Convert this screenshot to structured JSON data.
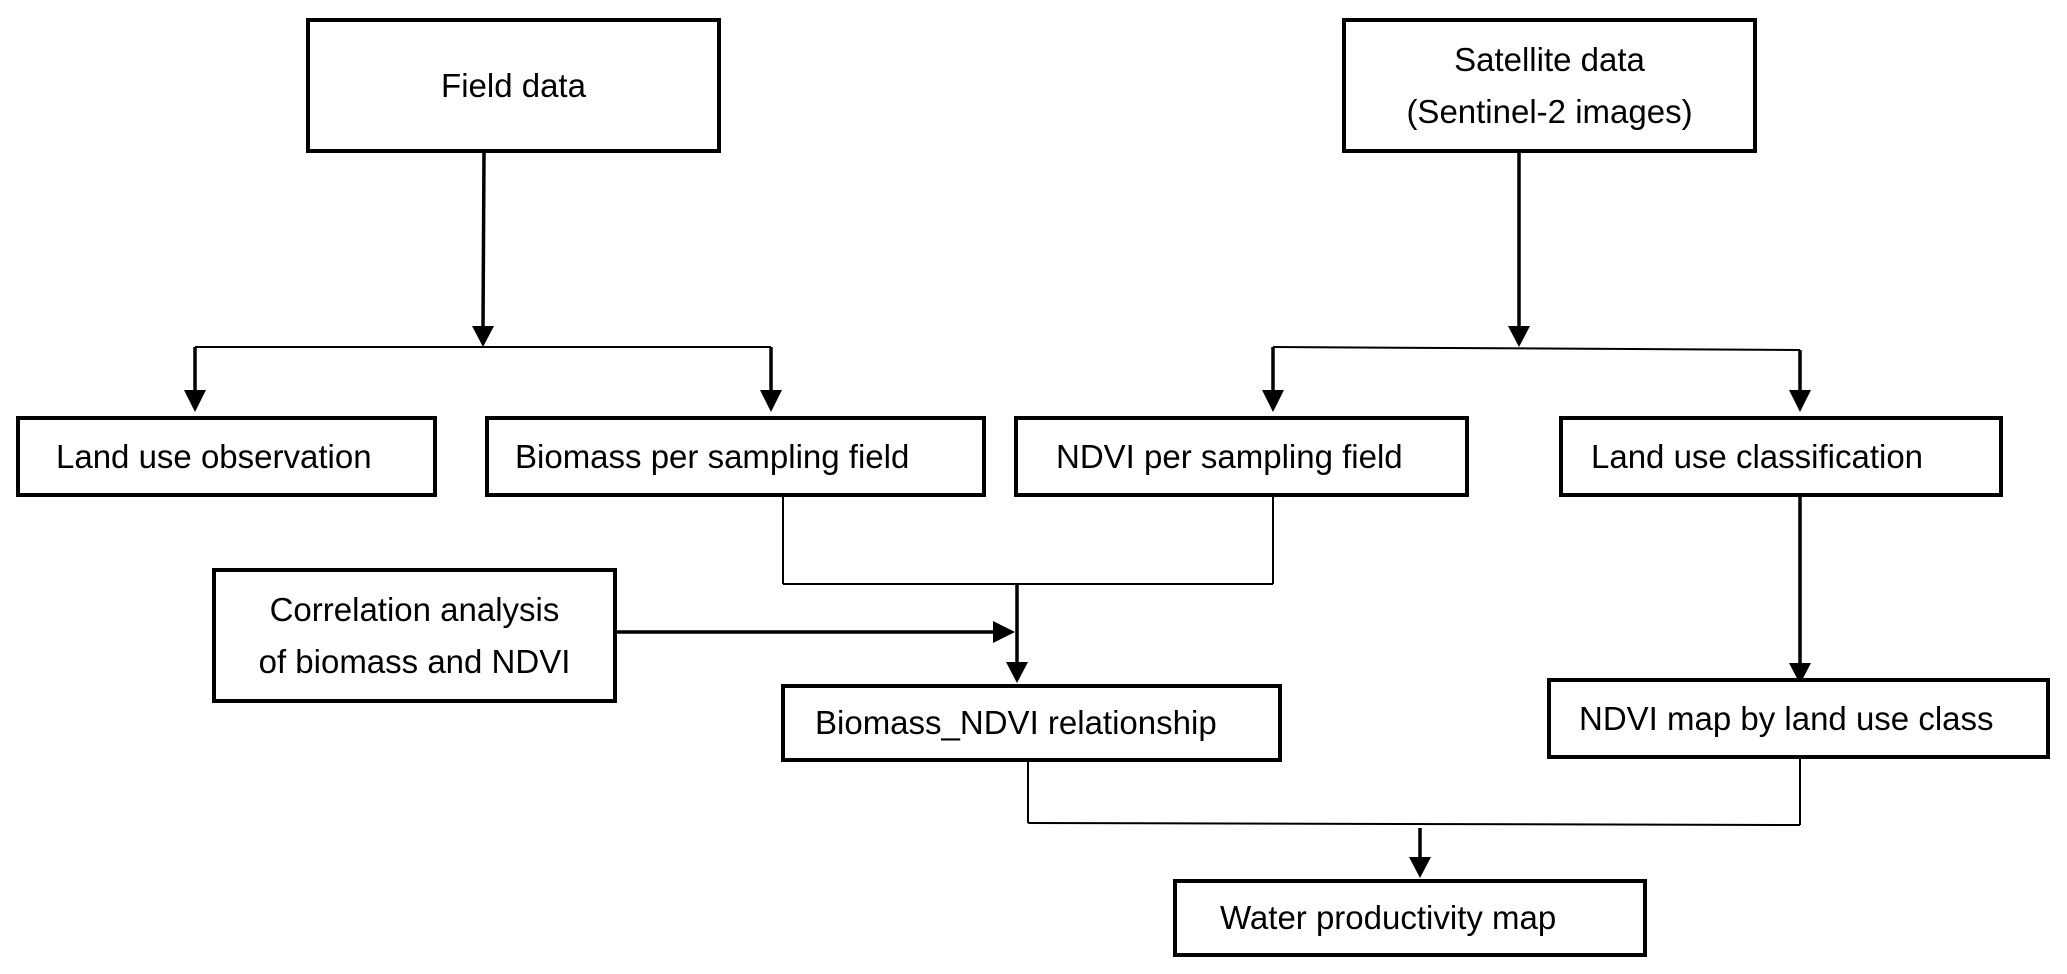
{
  "boxes": {
    "field_data": {
      "label": "Field data"
    },
    "satellite_data": {
      "line1": "Satellite data",
      "line2": "(Sentinel-2 images)"
    },
    "land_use_observation": {
      "label": "Land use observation"
    },
    "biomass_per_sampling_field": {
      "label": "Biomass per sampling field"
    },
    "ndvi_per_sampling_field": {
      "label": "NDVI per sampling field"
    },
    "land_use_classification": {
      "label": "Land use classification"
    },
    "correlation_analysis": {
      "line1": "Correlation analysis",
      "line2": "of biomass and NDVI"
    },
    "biomass_ndvi_relationship": {
      "label": "Biomass_NDVI relationship"
    },
    "ndvi_map_by_land_use_class": {
      "label": "NDVI map by land use class"
    },
    "water_productivity_map": {
      "label": "Water productivity map"
    }
  }
}
